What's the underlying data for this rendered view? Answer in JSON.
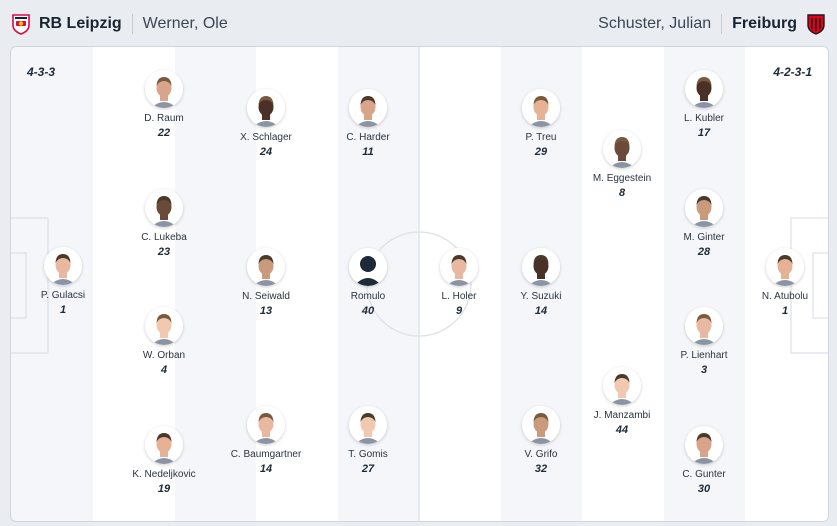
{
  "home": {
    "team": "RB Leipzig",
    "coach": "Werner, Ole",
    "formation": "4-3-3",
    "players": [
      {
        "name": "P. Gulacsi",
        "number": "1"
      },
      {
        "name": "D. Raum",
        "number": "22"
      },
      {
        "name": "C. Lukeba",
        "number": "23"
      },
      {
        "name": "W. Orban",
        "number": "4"
      },
      {
        "name": "K. Nedeljkovic",
        "number": "19"
      },
      {
        "name": "X. Schlager",
        "number": "24"
      },
      {
        "name": "N. Seiwald",
        "number": "13"
      },
      {
        "name": "C. Baumgartner",
        "number": "14"
      },
      {
        "name": "C. Harder",
        "number": "11"
      },
      {
        "name": "Romulo",
        "number": "40"
      },
      {
        "name": "T. Gomis",
        "number": "27"
      }
    ]
  },
  "away": {
    "team": "Freiburg",
    "coach": "Schuster, Julian",
    "formation": "4-2-3-1",
    "players": [
      {
        "name": "N. Atubolu",
        "number": "1"
      },
      {
        "name": "L. Kubler",
        "number": "17"
      },
      {
        "name": "M. Ginter",
        "number": "28"
      },
      {
        "name": "P. Lienhart",
        "number": "3"
      },
      {
        "name": "C. Gunter",
        "number": "30"
      },
      {
        "name": "M. Eggestein",
        "number": "8"
      },
      {
        "name": "J. Manzambi",
        "number": "44"
      },
      {
        "name": "P. Treu",
        "number": "29"
      },
      {
        "name": "Y. Suzuki",
        "number": "14"
      },
      {
        "name": "V. Grifo",
        "number": "32"
      },
      {
        "name": "L. Holer",
        "number": "9"
      }
    ]
  },
  "colors": {
    "skin": [
      "#e8b9a0",
      "#d9a58a",
      "#6b4a3a",
      "#f0c9b0",
      "#e6b296",
      "#4a3128",
      "#c99a7c"
    ],
    "hair": [
      "#4a3a2c",
      "#c9a36a",
      "#1b1410",
      "#7a5a3c",
      "#2a1e18",
      "#d8c08e"
    ],
    "leipzig_red": "#dd0741",
    "freiburg_red": "#e2001a"
  },
  "icons": {
    "home_crest": "rb-leipzig-crest-icon",
    "away_crest": "freiburg-crest-icon",
    "avatar_placeholder": "person-silhouette-icon"
  }
}
